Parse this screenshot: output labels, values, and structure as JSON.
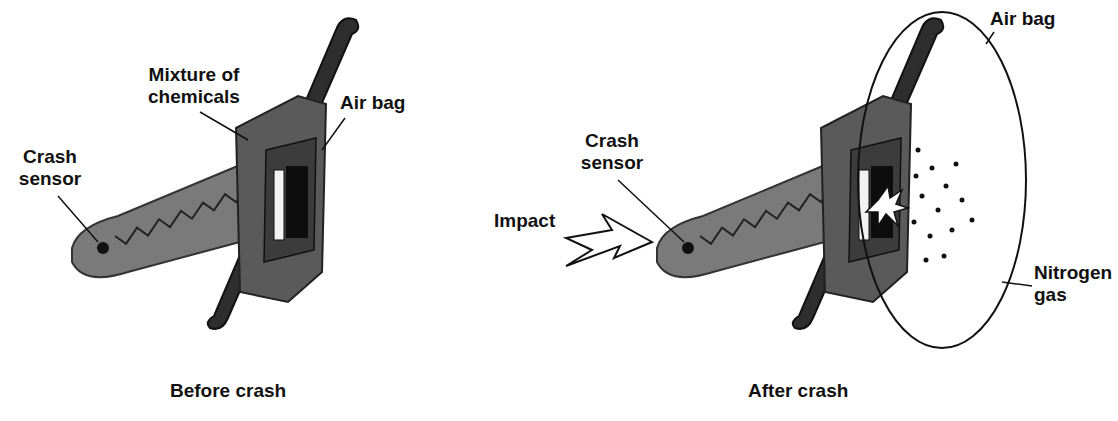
{
  "diagram": {
    "labels": [
      "Mixture of chemicals",
      "Crash sensor",
      "Air bag",
      "Before crash",
      "Crash sensor",
      "Impact",
      "Air bag",
      "Nitrogen gas",
      "After crash"
    ]
  }
}
